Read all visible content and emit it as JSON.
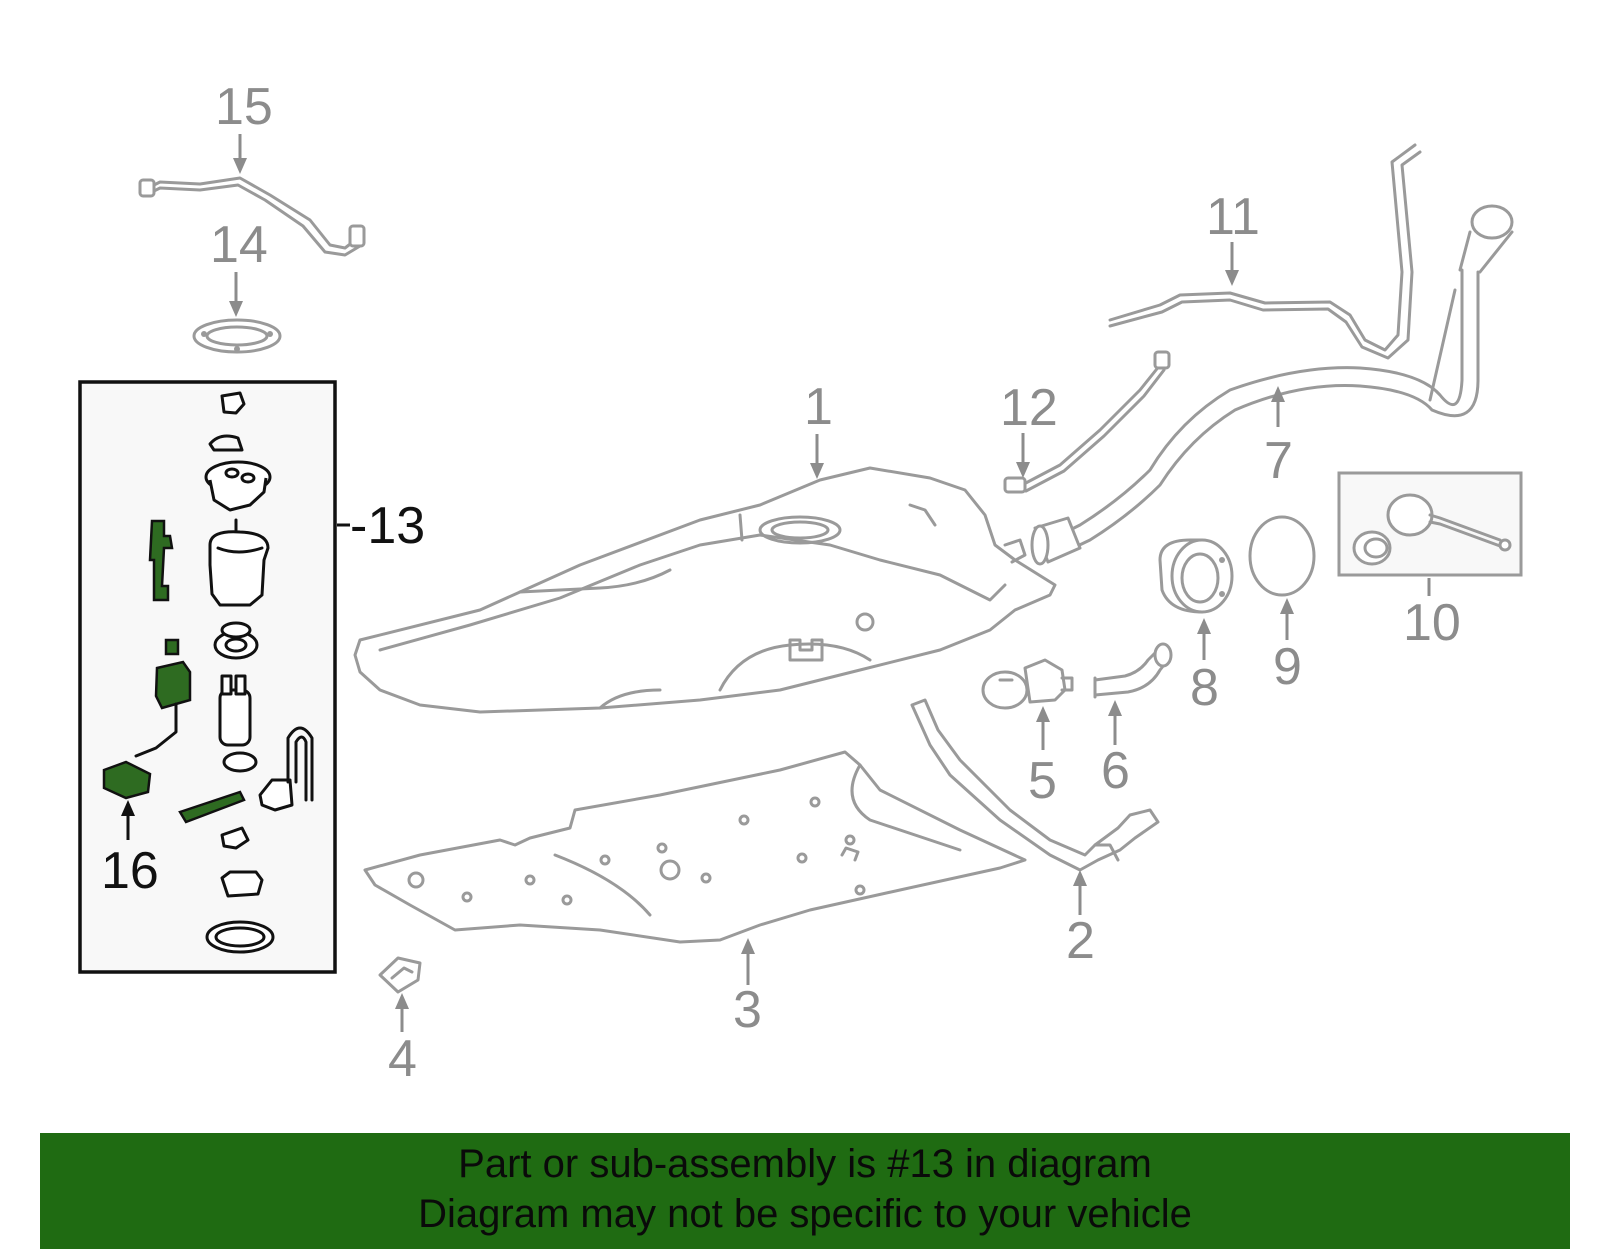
{
  "callouts": {
    "c1": "1",
    "c2": "2",
    "c3": "3",
    "c4": "4",
    "c5": "5",
    "c6": "6",
    "c7": "7",
    "c8": "8",
    "c9": "9",
    "c10": "10",
    "c11": "11",
    "c12": "12",
    "c13": "-13",
    "c14": "14",
    "c15": "15",
    "c16": "16"
  },
  "banner": {
    "line1": "Part or sub-assembly is #13 in diagram",
    "line2": "Diagram may not be specific to your vehicle",
    "color": "#1f6b12"
  },
  "colors": {
    "part_outline": "#9a9a9a",
    "highlight": "#2e6b21",
    "box_outline": "#111111"
  }
}
